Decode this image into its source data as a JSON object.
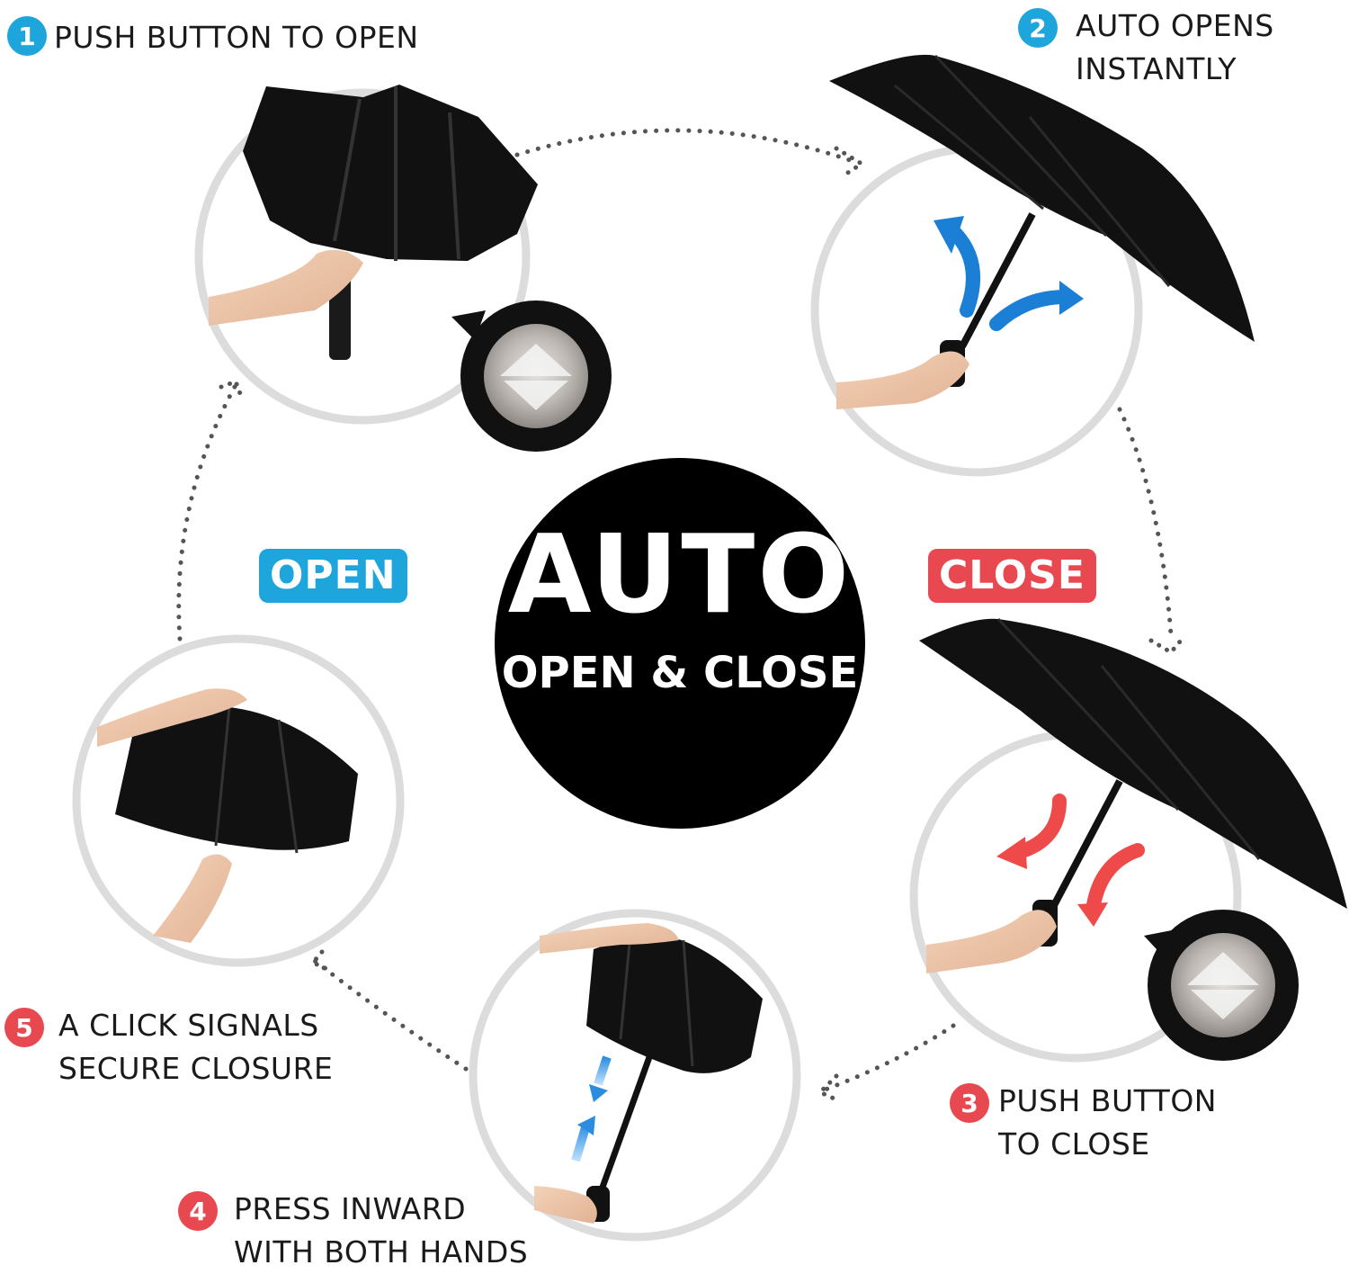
{
  "center": {
    "title": "AUTO",
    "subtitle": "OPEN & CLOSE"
  },
  "tags": {
    "open": "OPEN",
    "close": "CLOSE"
  },
  "steps": [
    {
      "num": "1",
      "lines": [
        "PUSH BUTTON  TO OPEN"
      ],
      "color": "#1ea6dc"
    },
    {
      "num": "2",
      "lines": [
        "AUTO OPENS",
        "INSTANTLY"
      ],
      "color": "#1ea6dc"
    },
    {
      "num": "3",
      "lines": [
        "PUSH BUTTON",
        "TO CLOSE"
      ],
      "color": "#e8484f"
    },
    {
      "num": "4",
      "lines": [
        "PRESS INWARD",
        "WITH BOTH HANDS"
      ],
      "color": "#e8484f"
    },
    {
      "num": "5",
      "lines": [
        "A CLICK SIGNALS",
        "SECURE CLOSURE"
      ],
      "color": "#e8484f"
    }
  ],
  "colors": {
    "open_blue": "#1ea6dc",
    "close_red": "#e8484f",
    "arrow_blue": "#1b7fd6",
    "arrow_red": "#ef4a4a",
    "ring": "#dcdcdc",
    "umbrella": "#111111"
  },
  "icons": [
    "push-button-icon",
    "blue-curved-arrow-icon",
    "red-curved-arrow-icon"
  ]
}
